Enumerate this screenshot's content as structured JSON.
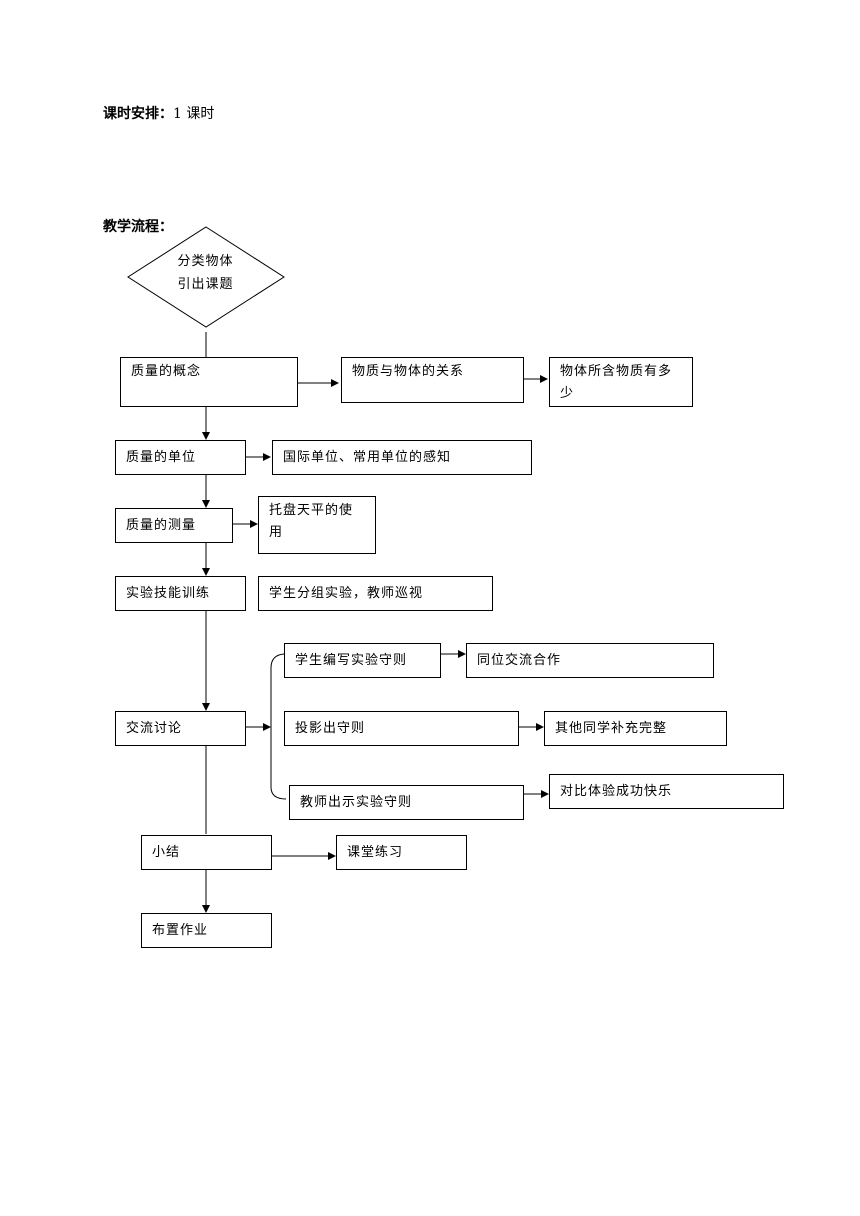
{
  "header": {
    "schedule_label": "课时安排：",
    "schedule_value": "1 课时",
    "flow_label": "教学流程："
  },
  "flowchart": {
    "start": {
      "line1": "分类物体",
      "line2": "引出课题"
    },
    "concept": "质量的概念",
    "relation": "物质与物体的关系",
    "amount": "物体所含物质有多少",
    "unit": "质量的单位",
    "unit_sense": "国际单位、常用单位的感知",
    "measure": "质量的测量",
    "balance": "托盘天平的使用",
    "skill": "实验技能训练",
    "group_exp": "学生分组实验，教师巡视",
    "rules_write": "学生编写实验守则",
    "peer": "同位交流合作",
    "discuss": "交流讨论",
    "project": "投影出守则",
    "supplement": "其他同学补充完整",
    "teacher_rules": "教师出示实验守则",
    "compare": "对比体验成功快乐",
    "summary": "小结",
    "practice": "课堂练习",
    "homework": "布置作业"
  }
}
